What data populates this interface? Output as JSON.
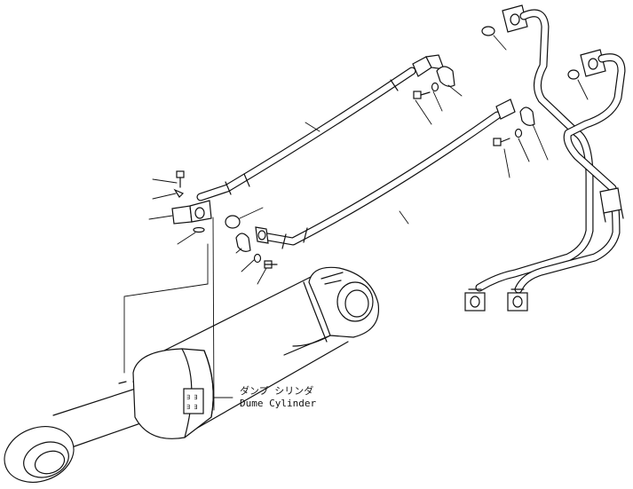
{
  "caption": {
    "japanese": "ダンプ シリンダ",
    "english": "Dume Cylinder"
  },
  "cylinder_marking": "∃ ∃\n∃ ∃"
}
